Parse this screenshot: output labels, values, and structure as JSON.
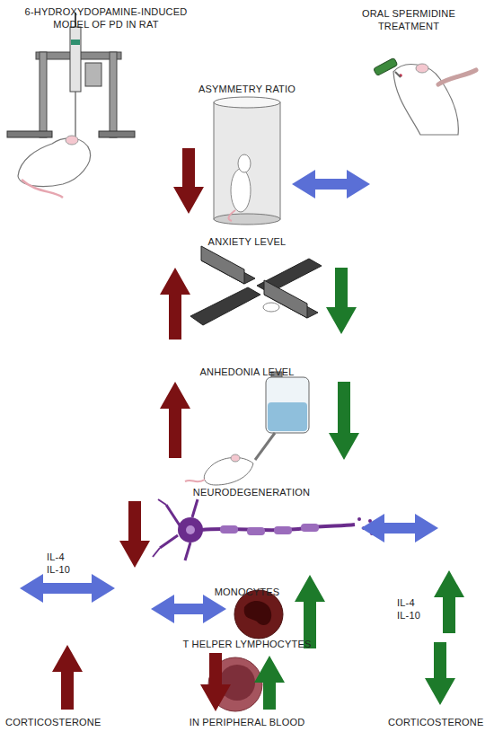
{
  "diagram": {
    "labels": [
      "6-HYDROXYDOPAMINE-INDUCED MODEL OF PD IN RAT",
      "ORAL SPERMIDINE TREATMENT",
      "ASYMMETRY RATIO",
      "ANXIETY LEVEL",
      "ANHEDONIA LEVEL",
      "NEURODEGENERATION",
      "IL-4",
      "IL-10",
      "MONOCYTES",
      "IL-4",
      "IL-10",
      "T HELPER LYMPHOCYTES",
      "CORTICOSTERONE",
      "IN PERIPHERAL BLOOD",
      "CORTICOSTERONE"
    ]
  }
}
